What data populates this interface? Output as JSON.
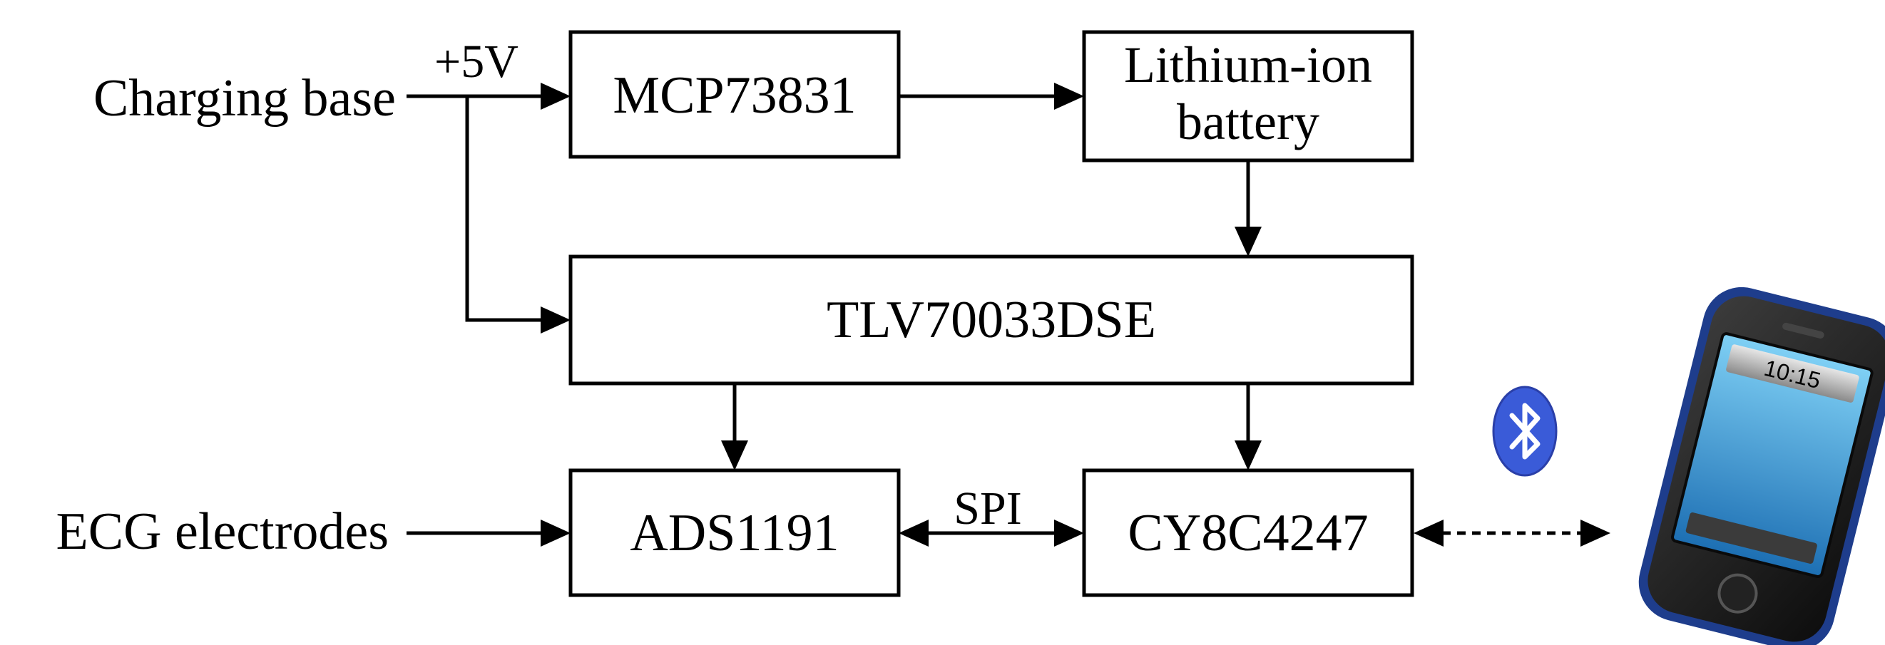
{
  "inputs": {
    "charging_base": "Charging base",
    "ecg_electrodes": "ECG electrodes"
  },
  "labels": {
    "voltage": "+5V",
    "bus": "SPI"
  },
  "blocks": {
    "charger": "MCP73831",
    "battery_line1": "Lithium-ion",
    "battery_line2": "battery",
    "regulator": "TLV70033DSE",
    "adc": "ADS1191",
    "mcu": "CY8C4247"
  },
  "phone": {
    "clock": "10:15"
  },
  "colors": {
    "bluetooth_badge": "#3a5bd8",
    "phone_frame": "#1e3d8c",
    "phone_screen": "#2f8fd0"
  },
  "icons": [
    "bluetooth-icon",
    "smartphone-icon"
  ]
}
